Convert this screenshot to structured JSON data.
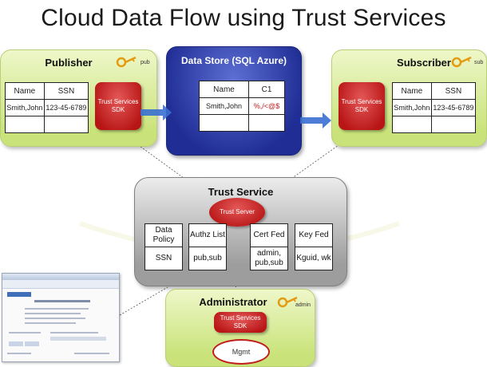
{
  "title": "Cloud Data Flow using Trust Services",
  "publisher": {
    "title": "Publisher",
    "key_label": "pub",
    "table": {
      "headers": [
        "Name",
        "SSN"
      ],
      "row": [
        "Smith,John",
        "123-45-6789"
      ]
    },
    "sdk": "Trust Services SDK"
  },
  "data_store": {
    "title": "Data Store (SQL Azure)",
    "table": {
      "headers": [
        "Name",
        "C1"
      ],
      "row": [
        "Smith,John",
        "%,/<@$"
      ]
    }
  },
  "subscriber": {
    "title": "Subscriber",
    "key_label": "sub",
    "table": {
      "headers": [
        "Name",
        "SSN"
      ],
      "row": [
        "Smith,John",
        "123-45-6789"
      ]
    },
    "sdk": "Trust Services SDK"
  },
  "trust_service": {
    "title": "Trust Service",
    "server": "Trust Server",
    "columns": [
      {
        "header": "Data Policy",
        "body": "SSN"
      },
      {
        "header": "Authz List",
        "body": "pub,sub"
      },
      {
        "header": "Cert Fed",
        "body": "admin, pub,sub"
      },
      {
        "header": "Key Fed",
        "body": "Kguid, wk"
      }
    ]
  },
  "administrator": {
    "title": "Administrator",
    "key_label": "admin",
    "sdk": "Trust Services SDK",
    "mgmt": "Mgmt"
  },
  "colors": {
    "green_panel": "#c9e37a",
    "blue_panel": "#1f2d94",
    "red_box": "#c11d1d",
    "gray_panel": "#9d9d9d",
    "arrow": "#3a6fd1"
  }
}
